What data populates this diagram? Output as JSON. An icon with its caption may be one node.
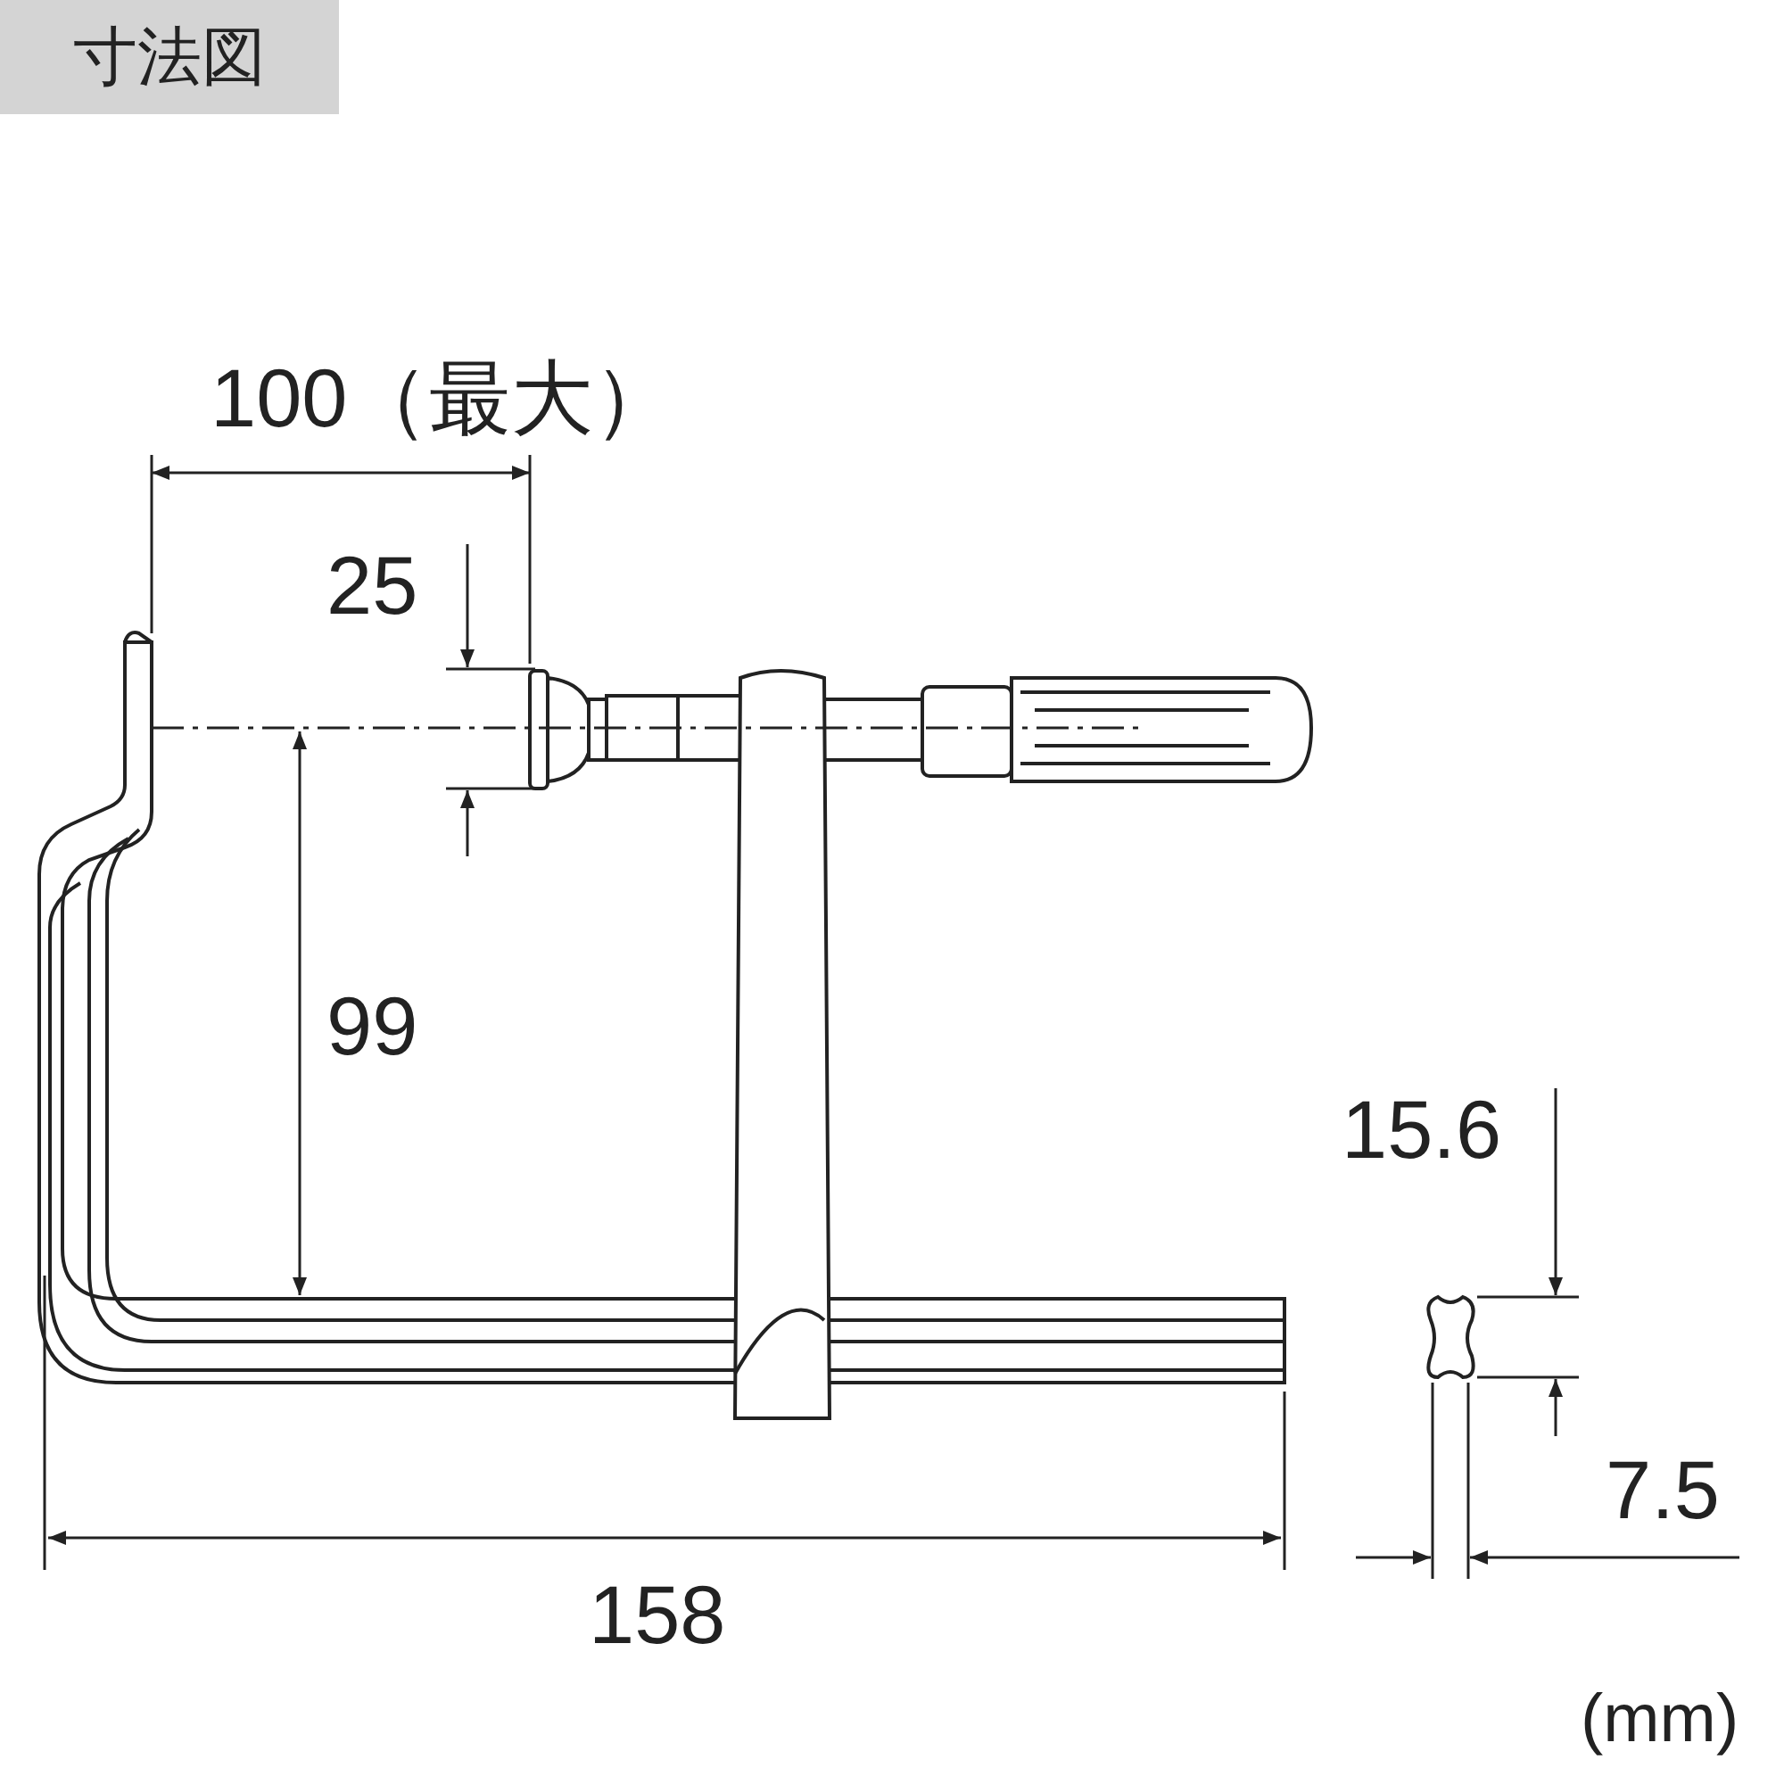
{
  "diagram": {
    "title": "寸法図",
    "labels": [
      "100（最大）",
      "25",
      "99",
      "15.6",
      "7.5",
      "158",
      "(mm)"
    ]
  }
}
